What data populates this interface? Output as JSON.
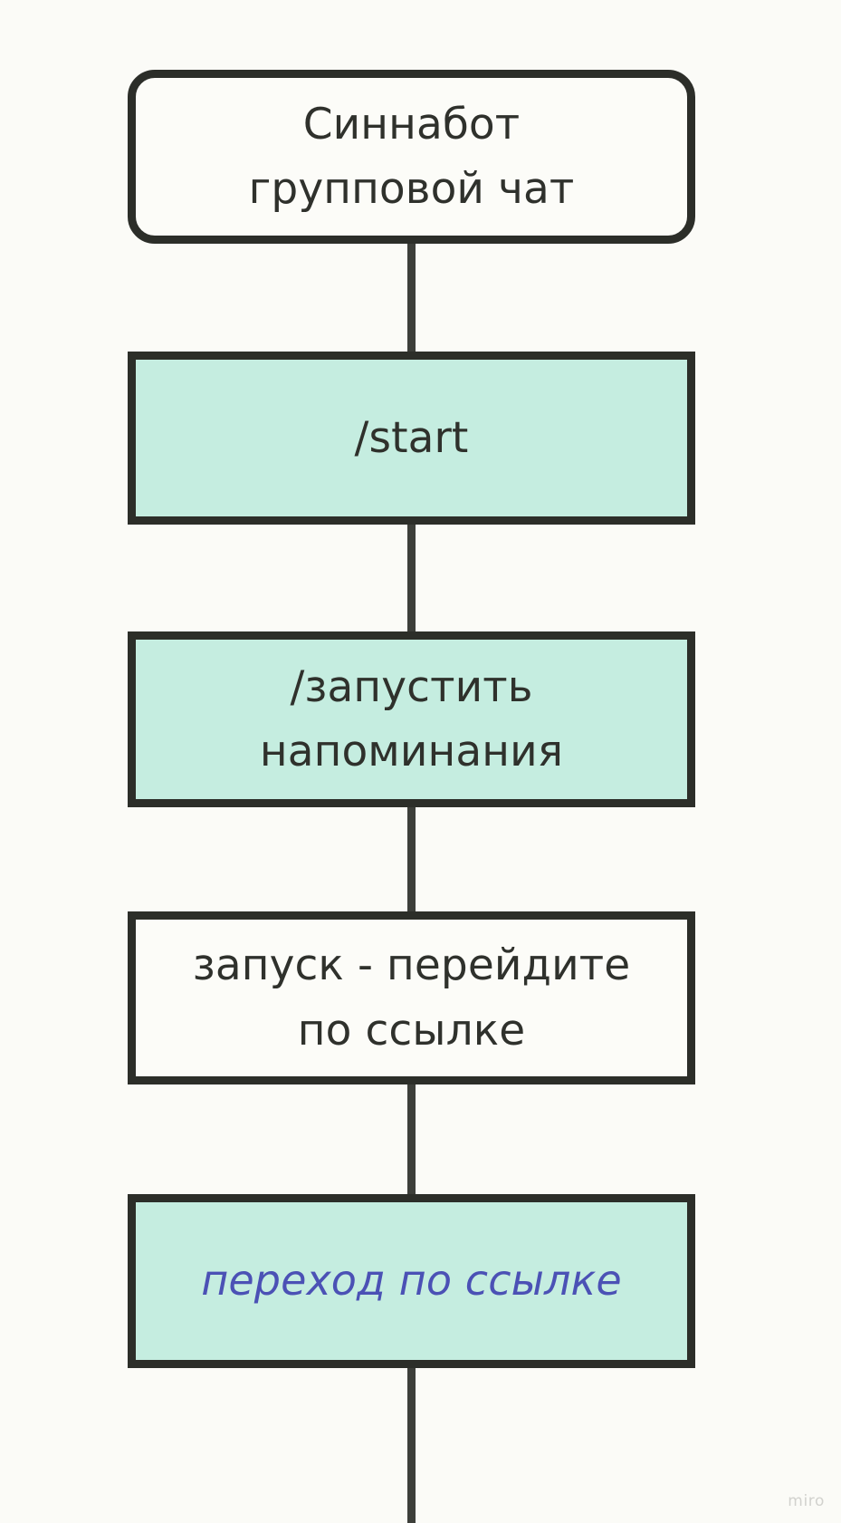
{
  "diagram": {
    "title": "Синнабот групповой чат",
    "type": "flowchart",
    "orientation": "vertical",
    "background_color": "#FBFBF7",
    "node_border_color": "#2C2E29",
    "connector_color": "#3D3F3A",
    "nodes": [
      {
        "id": "node-1",
        "label": "Синнабот\nгрупповой чат",
        "shape": "rounded-rectangle",
        "fill": "#FCFCF8",
        "text_color": "#2F312C",
        "text_style": "normal"
      },
      {
        "id": "node-2",
        "label": "/start",
        "shape": "rectangle",
        "fill": "#C5EDE0",
        "text_color": "#2F312C",
        "text_style": "normal"
      },
      {
        "id": "node-3",
        "label": "/запустить\nнапоминания",
        "shape": "rectangle",
        "fill": "#C5EDE0",
        "text_color": "#2F312C",
        "text_style": "normal"
      },
      {
        "id": "node-4",
        "label": "запуск - перейдите\nпо ссылке",
        "shape": "rectangle",
        "fill": "#FCFCF8",
        "text_color": "#2F312C",
        "text_style": "normal"
      },
      {
        "id": "node-5",
        "label": "переход по ссылке",
        "shape": "rectangle",
        "fill": "#C5EDE0",
        "text_color": "#4B51B5",
        "text_style": "italic"
      }
    ],
    "connectors": [
      {
        "id": "conn-1",
        "from": "node-1",
        "to": "node-2"
      },
      {
        "id": "conn-2",
        "from": "node-2",
        "to": "node-3"
      },
      {
        "id": "conn-3",
        "from": "node-3",
        "to": "node-4"
      },
      {
        "id": "conn-4",
        "from": "node-4",
        "to": "node-5"
      },
      {
        "id": "conn-5",
        "from": "node-5",
        "to": "off-canvas"
      }
    ]
  },
  "watermark": {
    "label": "miro"
  }
}
